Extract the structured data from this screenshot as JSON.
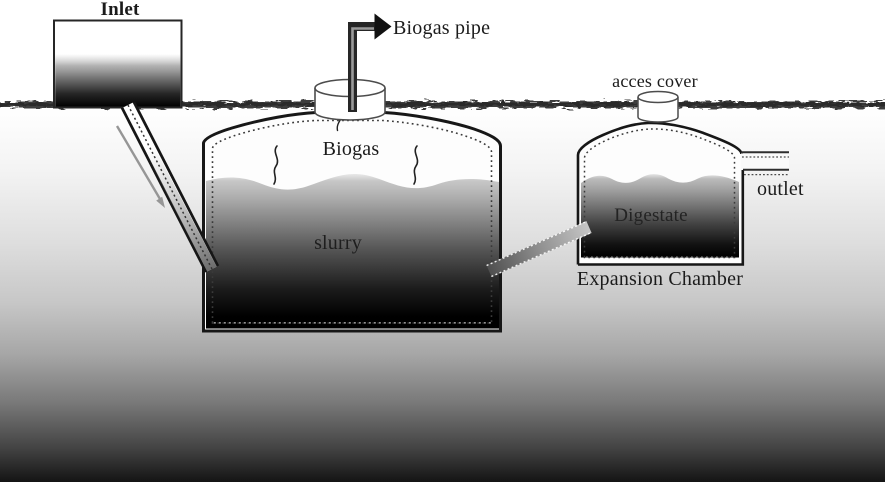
{
  "diagram": {
    "type": "biogas-digester-schematic",
    "labels": {
      "inlet": "Inlet",
      "biogas_pipe": "Biogas pipe",
      "biogas": "Biogas",
      "slurry": "slurry",
      "access_cover": "acces cover",
      "digestate": "Digestate",
      "outlet": "outlet",
      "expansion_chamber": "Expansion Chamber"
    },
    "colors": {
      "ink": "#1b1b1b",
      "ground_band": "#3a3a3a",
      "slurry_dark": "#000000",
      "subsoil_deep": "#161616",
      "pipe_core": "#9a9a9a"
    }
  }
}
